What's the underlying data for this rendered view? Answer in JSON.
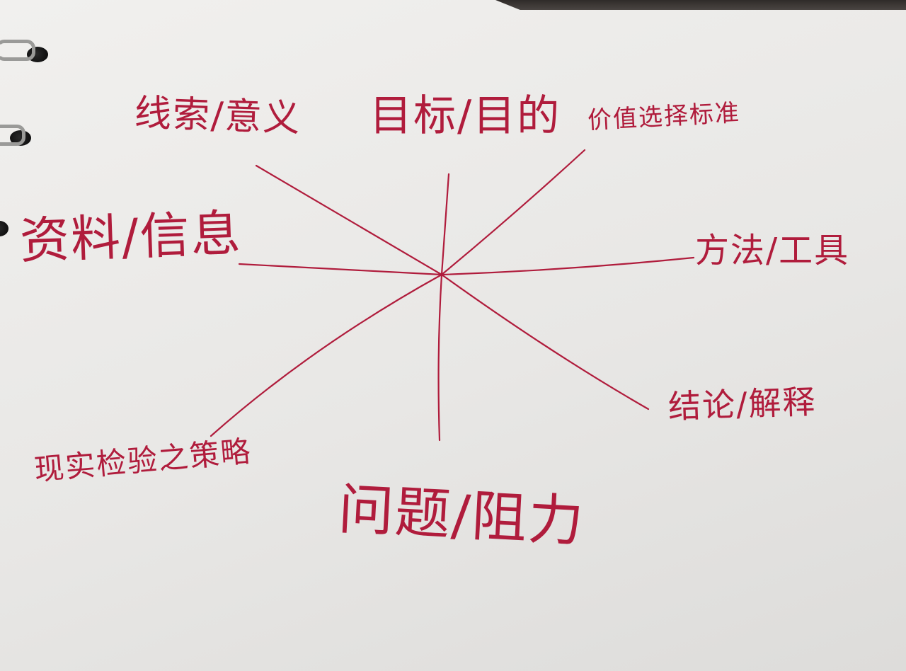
{
  "diagram": {
    "center_label": "",
    "branches": {
      "top": "目标/目的",
      "top_left": "线索/意义",
      "top_right": "价值选择标准",
      "left": "资料/信息",
      "right": "方法/工具",
      "bottom_left": "现实检验之策略",
      "bottom": "问题/阻力",
      "bottom_right": "结论/解释"
    },
    "colors": {
      "ink": "#b01c3c",
      "paper": "#efeeec"
    }
  }
}
